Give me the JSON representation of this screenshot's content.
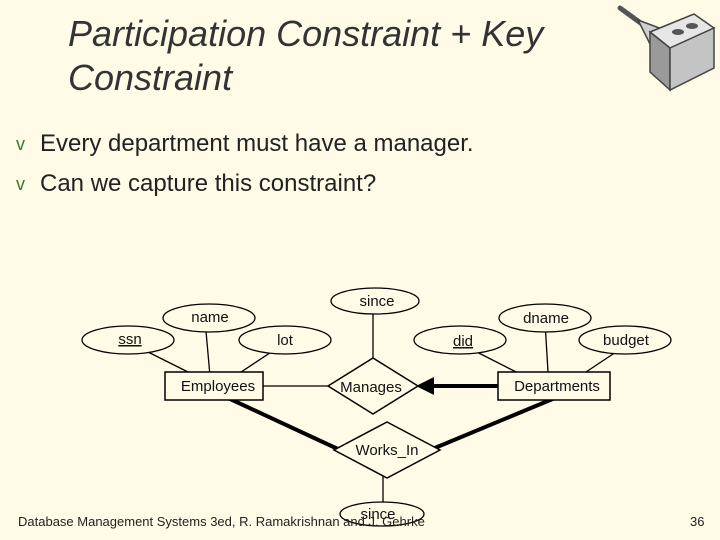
{
  "slide": {
    "title": "Participation Constraint + Key Constraint",
    "bullets": [
      "Every department must have a manager.",
      "Can we capture this constraint?"
    ],
    "bullet_mark": "v",
    "footer": "Database Management Systems 3ed, R. Ramakrishnan and J. Gehrke",
    "page_number": "36"
  },
  "diagram": {
    "entities": {
      "employees": "Employees",
      "departments": "Departments"
    },
    "relationships": {
      "manages": "Manages",
      "works_in": "Works_In"
    },
    "attributes": {
      "ssn": "ssn",
      "name": "name",
      "lot": "lot",
      "since_manages": "since",
      "did": "did",
      "dname": "dname",
      "budget": "budget",
      "since_works_in": "since"
    },
    "key_attributes": [
      "ssn",
      "did"
    ]
  },
  "colors": {
    "background": "#fffbe6",
    "bullet_mark": "#2f7a2f",
    "lines": "#000000"
  },
  "icons": {
    "logo": "cinder-block-trowel-icon"
  }
}
